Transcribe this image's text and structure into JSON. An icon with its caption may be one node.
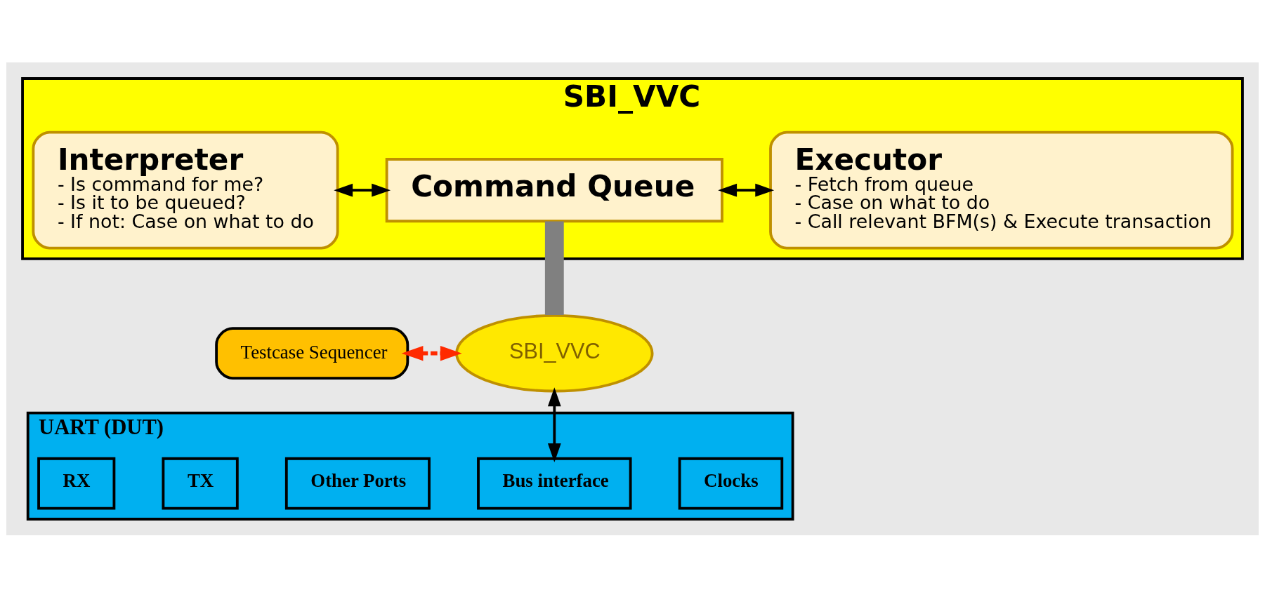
{
  "diagram": {
    "nodes": [
      {
        "text": [
          "SBI_VVC"
        ]
      },
      {
        "text": [
          "Interpreter",
          "- Is command for me?",
          "- Is it to be queued?",
          "- If not: Case on what to do"
        ],
        "in": 0
      },
      {
        "text": [
          "Command Queue"
        ],
        "in": 0
      },
      {
        "text": [
          "Executor",
          "- Fetch from queue",
          "- Case on what to do",
          "- Call relevant BFM(s) & Execute transaction"
        ],
        "in": 0
      },
      {
        "text": [
          "Testcase Sequencer"
        ]
      },
      {
        "text": [
          "SBI_VVC"
        ]
      },
      {
        "text": [
          "UART (DUT)"
        ]
      },
      {
        "text": [
          "Clocks"
        ],
        "in": 6
      },
      {
        "text": [
          "Bus interface"
        ],
        "in": 6
      },
      {
        "text": [
          "Other Ports"
        ],
        "in": 6
      },
      {
        "text": [
          "TX"
        ],
        "in": 6
      },
      {
        "text": [
          "RX"
        ],
        "in": 6
      }
    ],
    "edges": [
      {
        "from": 1,
        "to": 2,
        "arrow": "both"
      },
      {
        "from": 2,
        "to": 3,
        "arrow": "both"
      },
      {
        "from": 2,
        "to": 5,
        "arrow": "none",
        "style": "thick",
        "color": "#808080"
      },
      {
        "from": 4,
        "to": 5,
        "arrow": "both",
        "style": "dashed",
        "color": "#ff2a00"
      },
      {
        "from": 5,
        "to": 8,
        "arrow": "both"
      }
    ]
  }
}
